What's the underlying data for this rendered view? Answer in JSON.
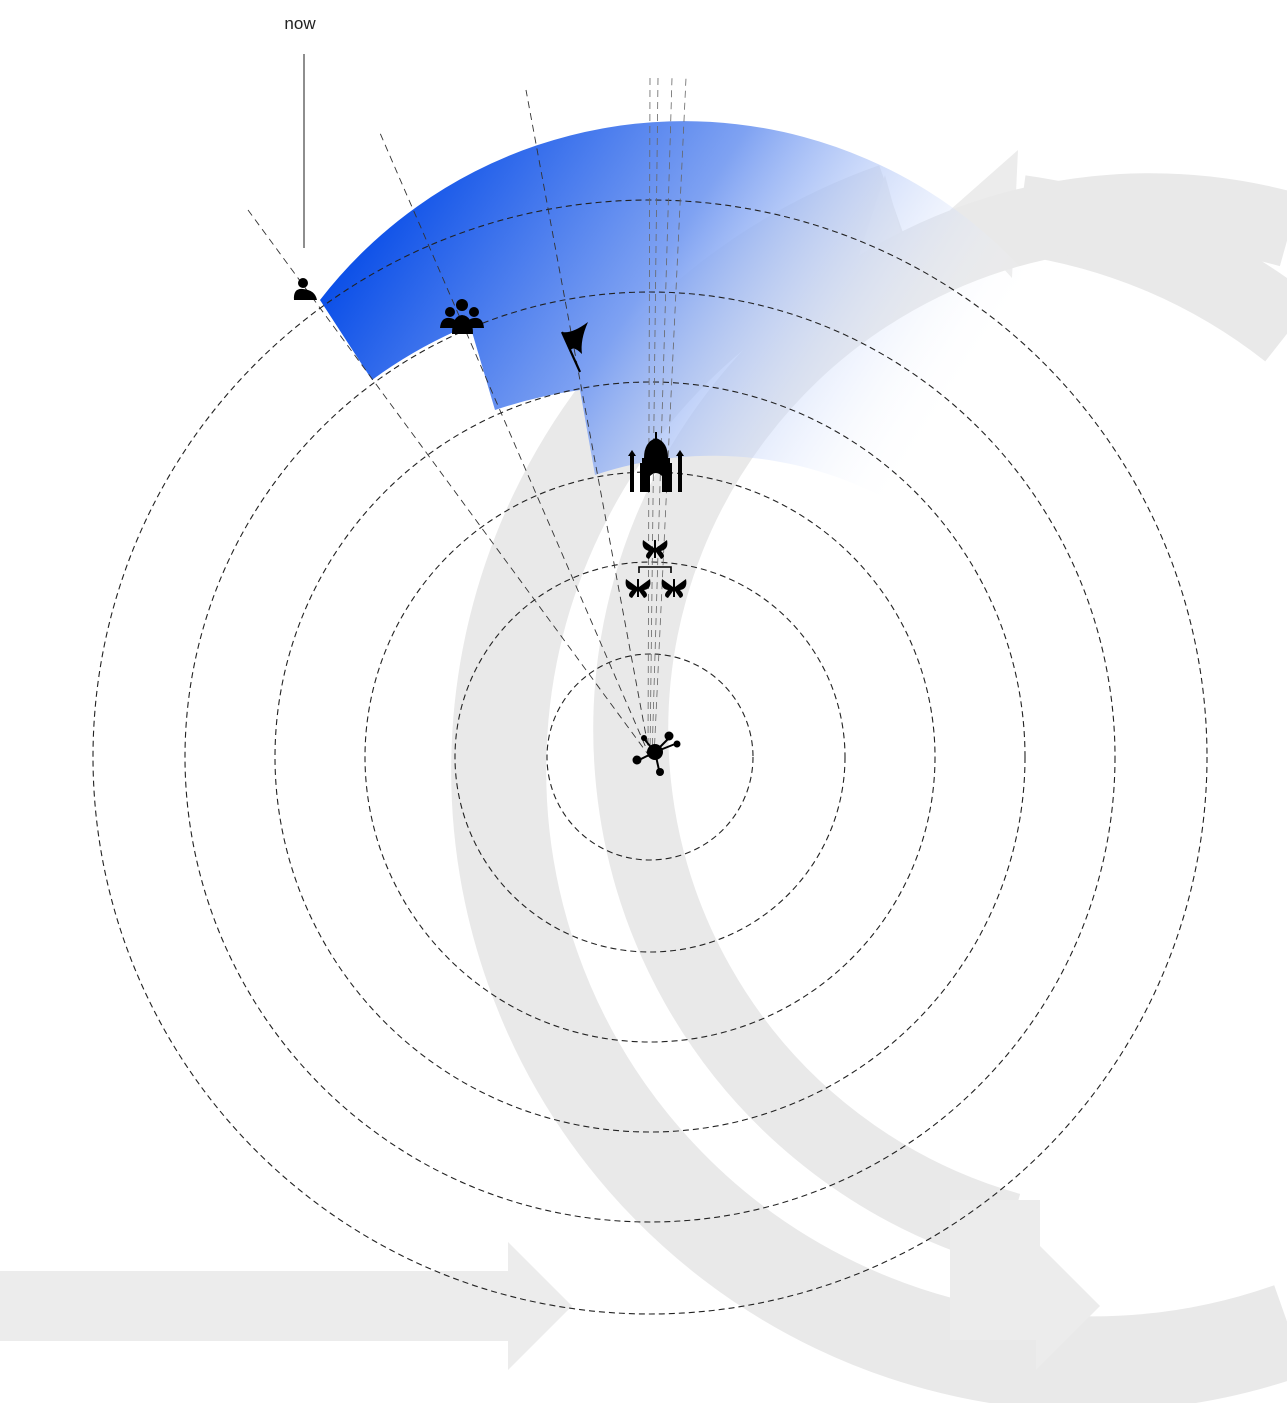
{
  "timeline": {
    "now_label": "now"
  },
  "colors": {
    "band_strong": "#0b4fe8",
    "band_fade": "#ffffff",
    "ring_stroke": "#222222",
    "background_shapes": "#ececec",
    "icons": "#000000"
  },
  "icons": [
    {
      "name": "network-icon",
      "meaning": "origin"
    },
    {
      "name": "butterfly-pair-icon"
    },
    {
      "name": "butterfly-icon"
    },
    {
      "name": "temple-icon"
    },
    {
      "name": "flag-icon"
    },
    {
      "name": "group-icon"
    },
    {
      "name": "person-icon"
    }
  ],
  "background": {
    "shapes": [
      "horizontal-arrow",
      "horizontal-arrow",
      "circular-arrow",
      "circular-arrow"
    ]
  }
}
